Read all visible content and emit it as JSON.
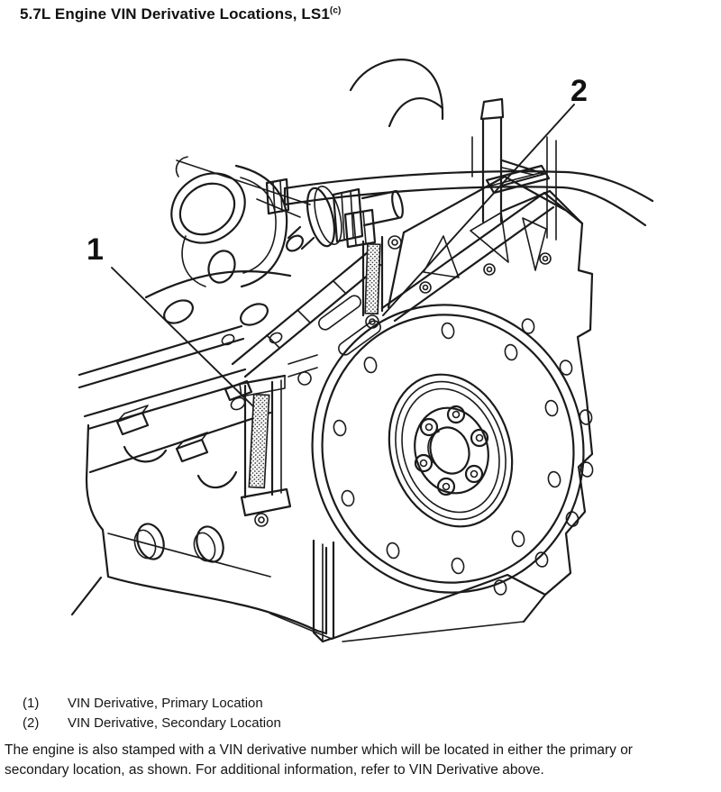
{
  "page": {
    "title": "5.7L Engine VIN Derivative Locations, LS1",
    "title_superscript": "(c)"
  },
  "diagram": {
    "description": "Rear view line drawing of LS1 5.7L engine showing flywheel, bellhousing flange, block and oil pan with two stamped VIN derivative locations",
    "callouts": [
      {
        "number": "1",
        "points_to": "VIN Derivative, Primary Location"
      },
      {
        "number": "2",
        "points_to": "VIN Derivative, Secondary Location"
      }
    ]
  },
  "legend": {
    "items": [
      {
        "number": "(1)",
        "label": "VIN Derivative, Primary Location"
      },
      {
        "number": "(2)",
        "label": "VIN Derivative, Secondary Location"
      }
    ]
  },
  "footnote": {
    "text": "The engine is also stamped with a VIN derivative number which will be located in either the primary or secondary location, as shown. For additional information, refer to VIN Derivative above."
  },
  "colors": {
    "ink": "#1b1b1b",
    "paper": "#ffffff"
  }
}
